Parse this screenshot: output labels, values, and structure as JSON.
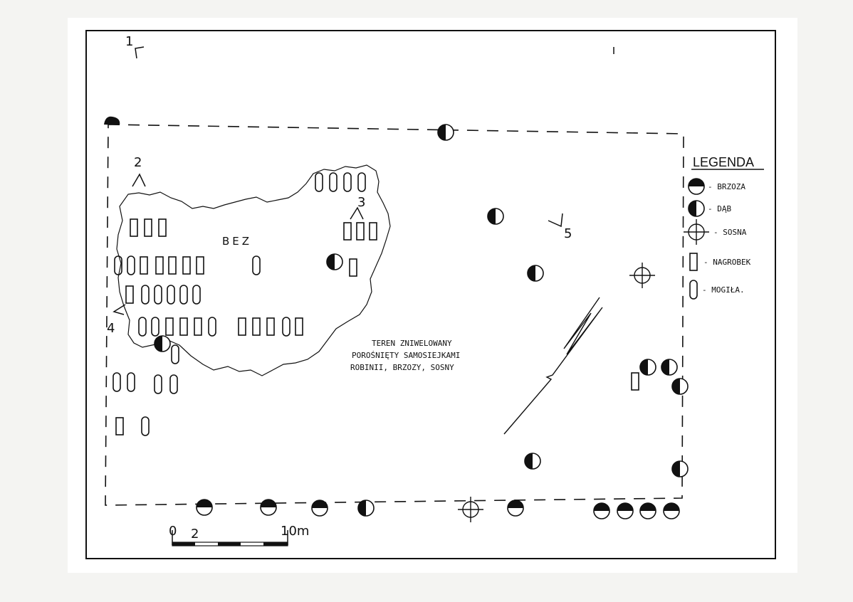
{
  "map": {
    "label_bez": "BEZ",
    "note_lines": [
      "TEREN ZNIWELOWANY",
      "POROŚNIĘTY SAMOSIEJKAMI",
      "ROBINII, BRZOZY, SOSNY"
    ],
    "viewpoints": [
      "1",
      "2",
      "3",
      "4",
      "5"
    ],
    "scale": {
      "zero": "0",
      "two": "2",
      "ten": "10m"
    }
  },
  "legend": {
    "title": "LEGENDA",
    "items": [
      {
        "symbol": "birch-icon",
        "label": "- BRZOZA"
      },
      {
        "symbol": "oak-icon",
        "label": "- DĄB"
      },
      {
        "symbol": "pine-icon",
        "label": "- SOSNA"
      },
      {
        "symbol": "tombstone-icon",
        "label": "- NAGROBEK"
      },
      {
        "symbol": "grave-icon",
        "label": "- MOGIŁA."
      }
    ]
  },
  "colors": {
    "ink": "#111111",
    "paper": "#ffffff",
    "background": "#f4f4f2"
  }
}
